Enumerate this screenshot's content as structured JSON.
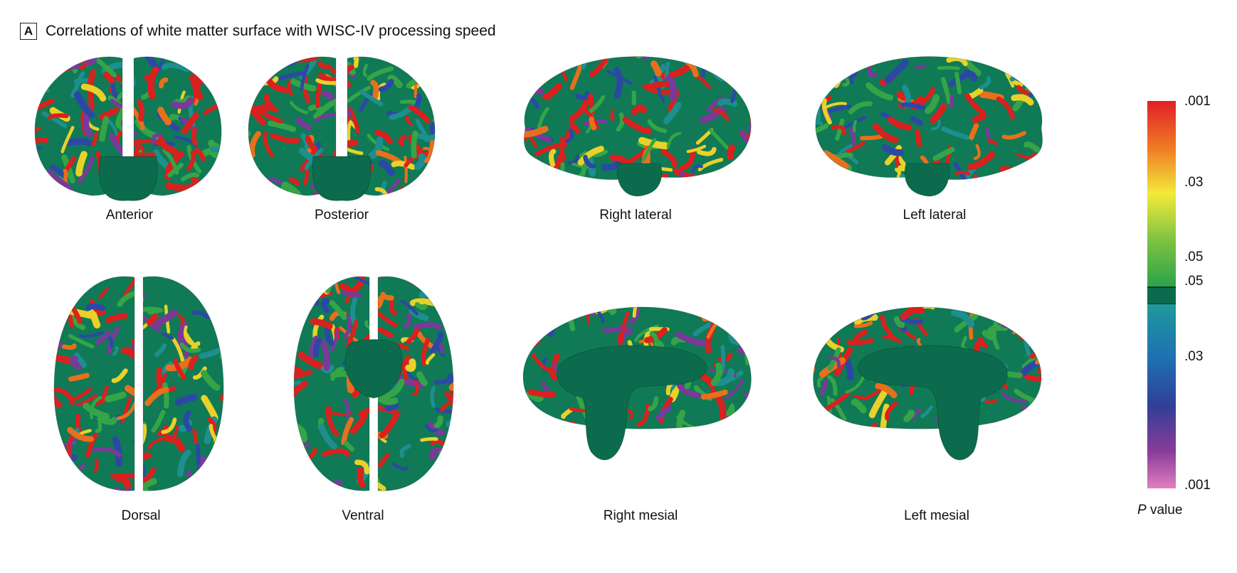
{
  "panel": {
    "letter": "A",
    "title": "Correlations of white matter surface with WISC-IV processing speed"
  },
  "views": {
    "anterior": "Anterior",
    "posterior": "Posterior",
    "right_lateral": "Right lateral",
    "left_lateral": "Left lateral",
    "dorsal": "Dorsal",
    "ventral": "Ventral",
    "right_mesial": "Right mesial",
    "left_mesial": "Left mesial"
  },
  "legend": {
    "ticks": [
      ".001",
      ".03",
      ".05",
      ".05",
      ".03",
      ".001"
    ],
    "title_italic": "P",
    "title_rest": " value"
  },
  "colors": {
    "brain_base": "#0f7a55",
    "stem": "#0b6b4c",
    "red": "#d9211f",
    "orange": "#e8701c",
    "yellow": "#e9d12a",
    "green": "#35a447",
    "blue": "#2c48a6",
    "purple": "#7a3a9a",
    "teal": "#1d8f8f"
  }
}
